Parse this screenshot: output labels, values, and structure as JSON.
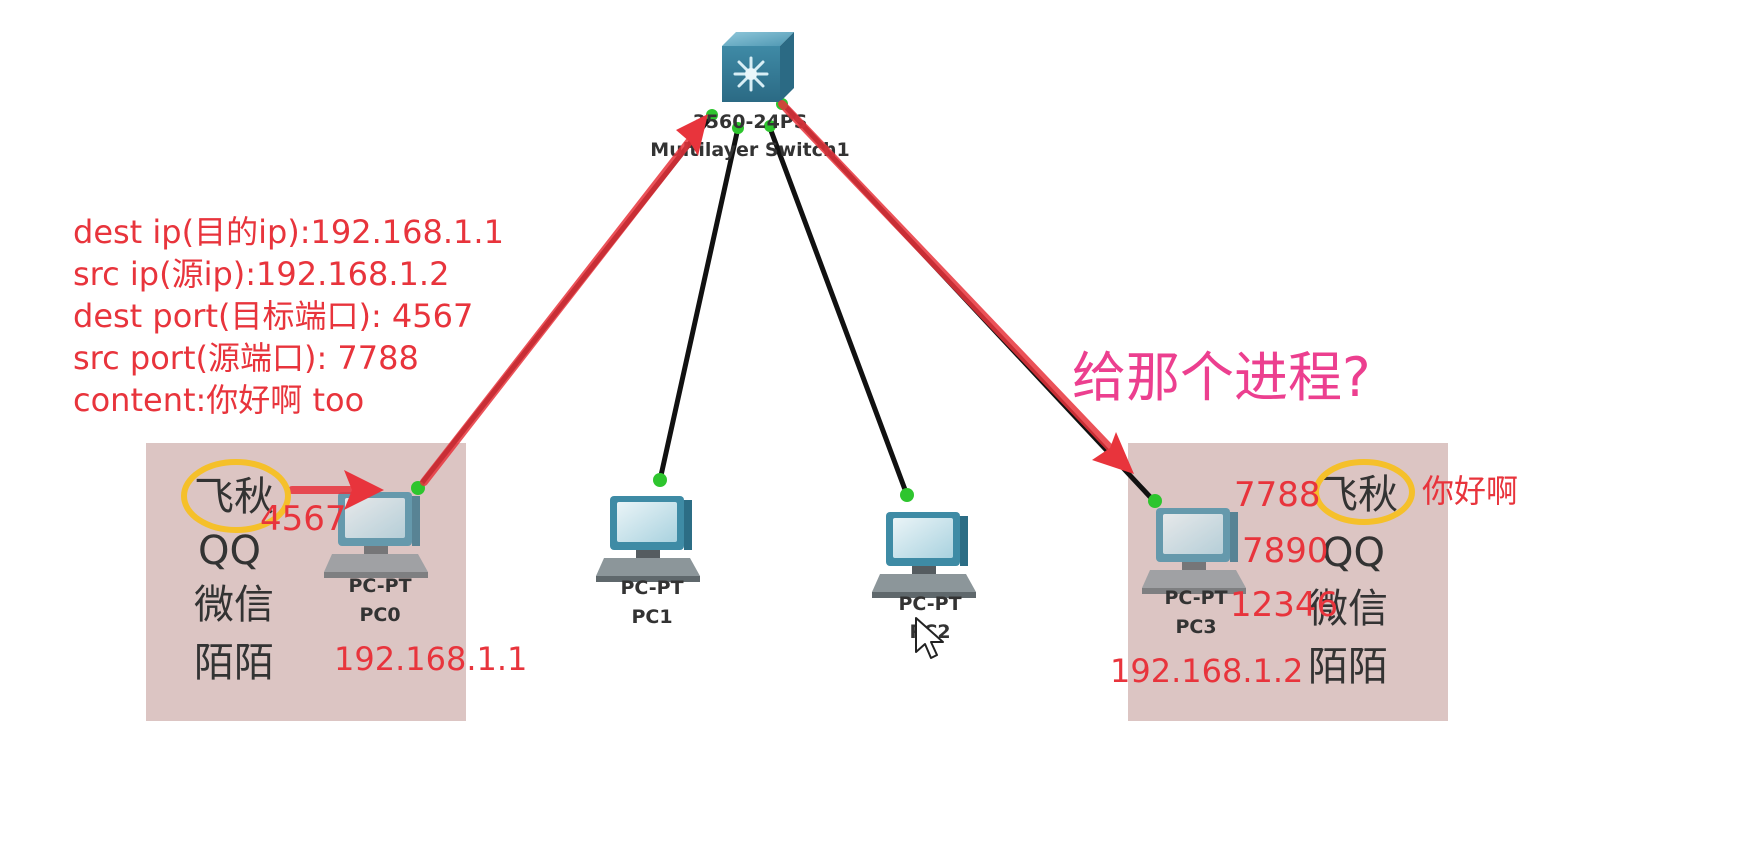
{
  "colors": {
    "annotation_red": "#e8343c",
    "question_pink": "#ec3f8f",
    "circle_yellow": "#f5c02a",
    "app_box": "#dcc5c3",
    "cable": "#111111",
    "port_green": "#2ec52e",
    "switch_blue": "#3d8aa6"
  },
  "switch": {
    "model": "3560-24PS",
    "name": "Multilayer Switch1",
    "icon": "multilayer-switch-icon"
  },
  "pcs": [
    {
      "type": "PC-PT",
      "name": "PC0",
      "icon": "desktop-pc-icon"
    },
    {
      "type": "PC-PT",
      "name": "PC1",
      "icon": "desktop-pc-icon"
    },
    {
      "type": "PC-PT",
      "name": "PC2",
      "icon": "desktop-pc-icon"
    },
    {
      "type": "PC-PT",
      "name": "PC3",
      "icon": "desktop-pc-icon"
    }
  ],
  "packet_info": [
    "dest ip(目的ip):192.168.1.1",
    "src ip(源ip):192.168.1.2",
    "dest port(目标端口): 4567",
    "src port(源端口): 7788",
    "content:你好啊 too"
  ],
  "left_host": {
    "apps": [
      "飞秋",
      "QQ",
      "微信",
      "陌陌"
    ],
    "port": "4567",
    "ip": "192.168.1.1"
  },
  "right_host": {
    "apps": [
      "飞秋",
      "QQ",
      "微信",
      "陌陌"
    ],
    "ports": [
      "7788",
      "7890",
      "12346"
    ],
    "ip": "192.168.1.2",
    "message": "你好啊"
  },
  "question": "给那个进程?",
  "cursor_icon": "mouse-pointer-icon"
}
